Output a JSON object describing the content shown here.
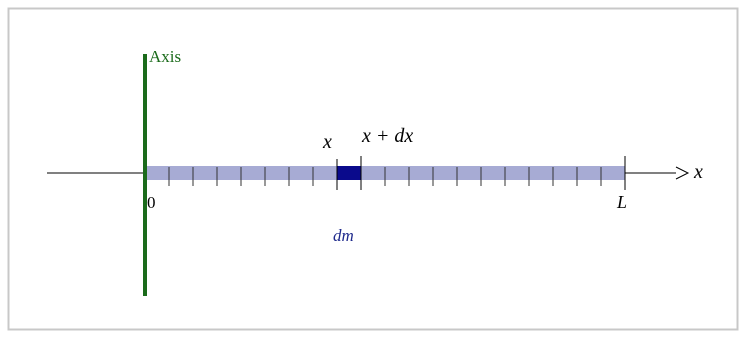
{
  "labels": {
    "axis": "Axis",
    "origin": "0",
    "end": "L",
    "x_axis": "x",
    "element_start": "x",
    "element_end": "x + dx",
    "element_mass": "dm"
  },
  "rod": {
    "segments": 20,
    "element_index": 8
  },
  "colors": {
    "frame_border": "#c8c8c8",
    "axis_line": "#1b6b1b",
    "axis_label": "#1b6b1b",
    "rod_fill": "#a7abd4",
    "element_fill": "#0a0a8c",
    "tick": "#333333",
    "dm_label": "#1f2a8c",
    "text": "#000000"
  }
}
